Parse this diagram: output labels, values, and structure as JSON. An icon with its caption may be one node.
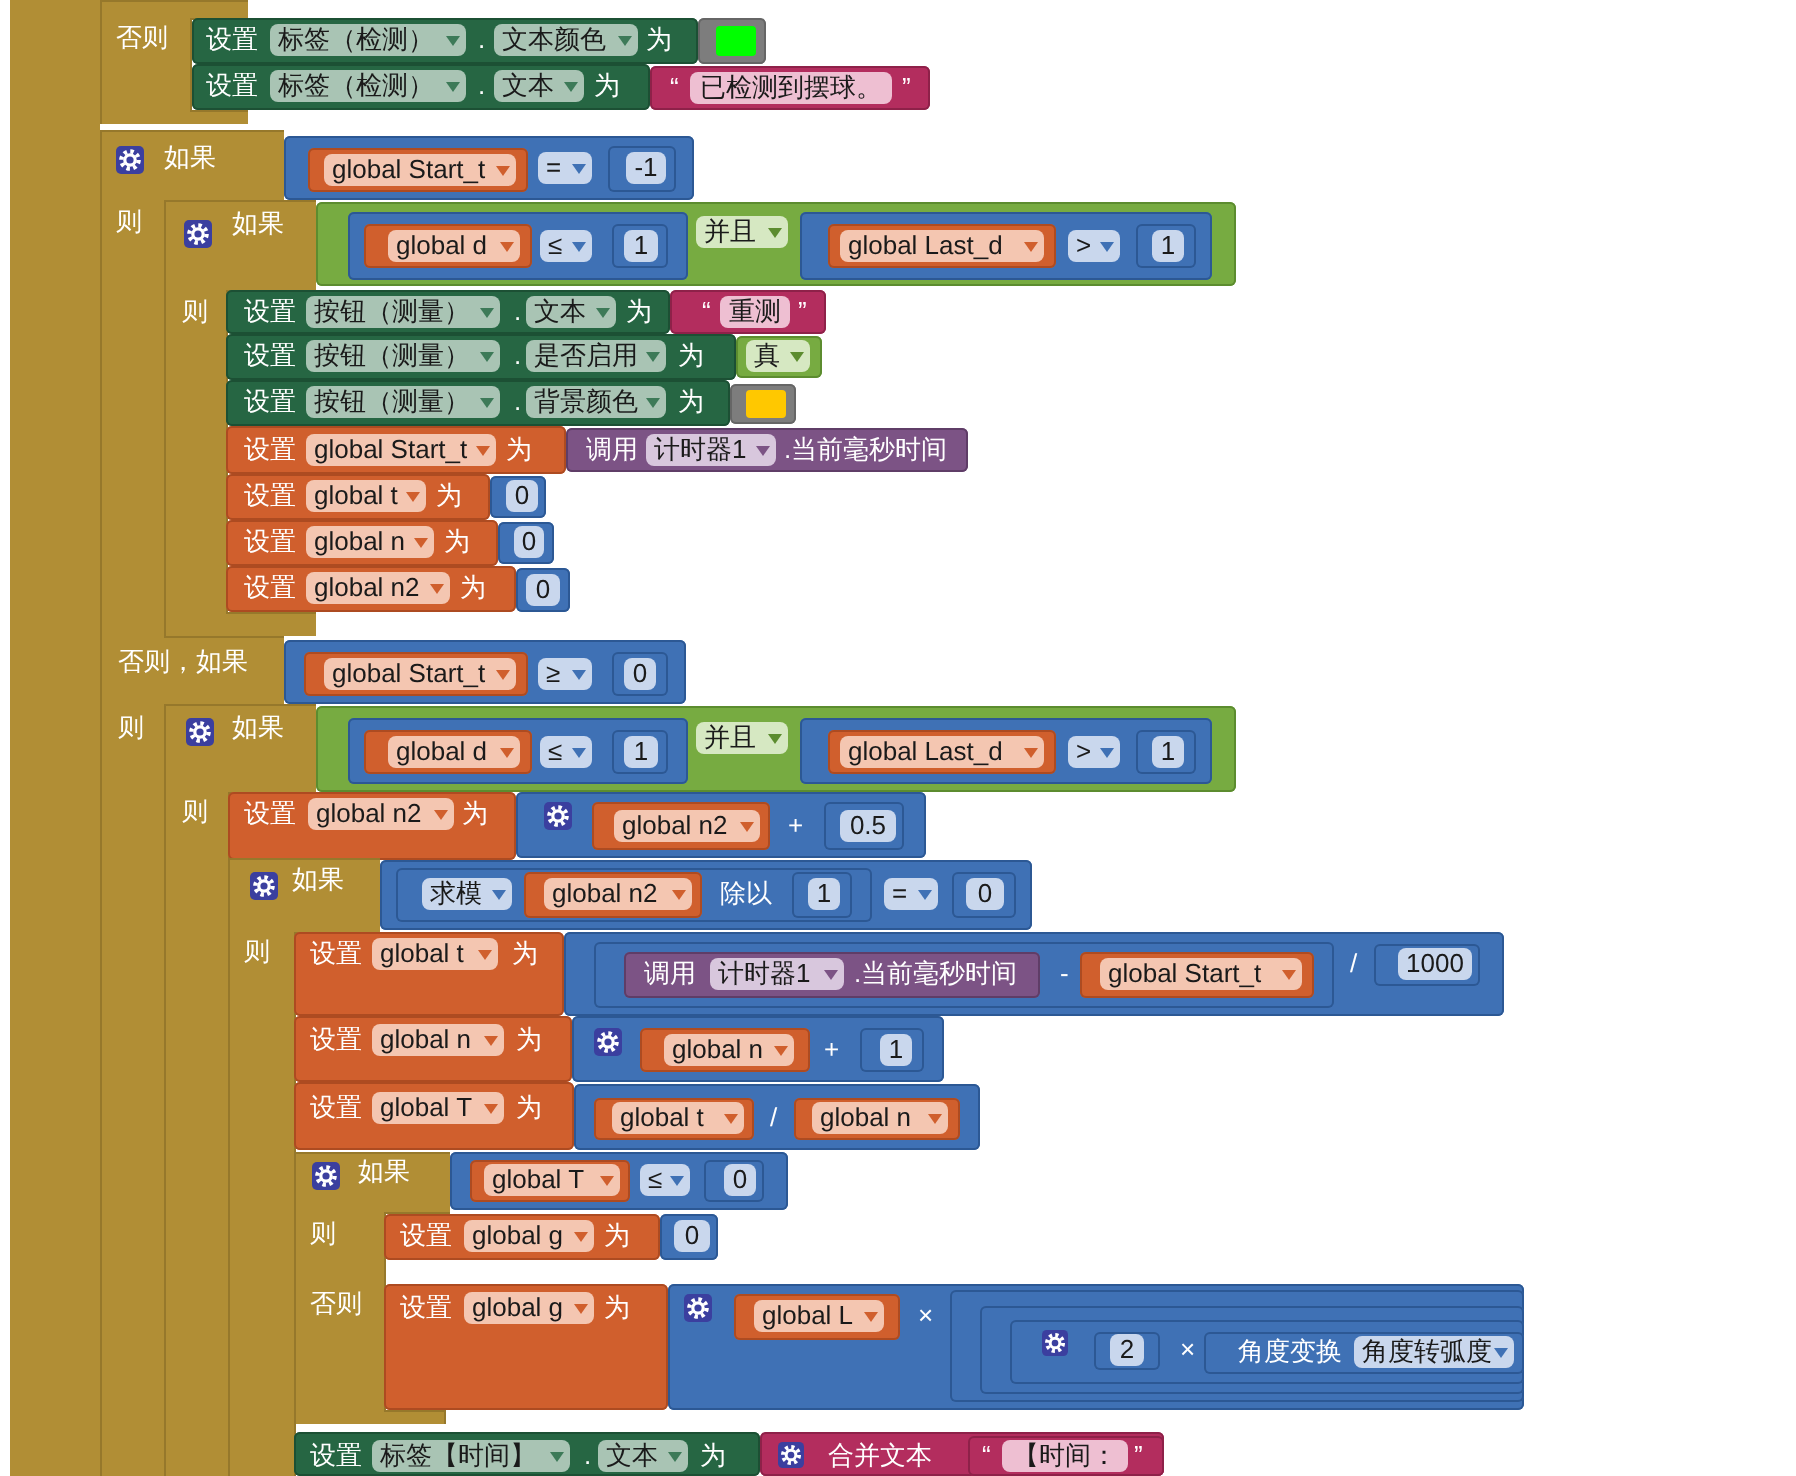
{
  "diagram": {
    "nodes": [
      {
        "text": [],
        "shape": "bar"
      },
      {
        "text": [
          "否则"
        ]
      },
      {
        "text": [
          "设置",
          "标签（检测）",
          ".",
          "文本颜色",
          "为"
        ]
      },
      {
        "text": [],
        "shape": "box"
      },
      {
        "text": [
          "设置",
          "标签（检测）",
          ".",
          "文本",
          "为"
        ]
      },
      {
        "text": [
          "“",
          "已检测到摆球。",
          "”"
        ]
      },
      {
        "text": [
          "如果",
          "则",
          "否则，如果",
          "则"
        ]
      },
      {
        "text": [
          "="
        ]
      },
      {
        "text": [
          "global Start_t"
        ],
        "in": 7
      },
      {
        "text": [
          "-1"
        ],
        "in": 7
      },
      {
        "text": [
          "如果",
          "则"
        ]
      },
      {
        "text": [
          "并且"
        ]
      },
      {
        "text": [
          "≤"
        ],
        "in": 11
      },
      {
        "text": [
          "global d"
        ],
        "in": 12
      },
      {
        "text": [
          "1"
        ],
        "in": 12
      },
      {
        "text": [
          ">"
        ],
        "in": 11
      },
      {
        "text": [
          "global Last_d"
        ],
        "in": 15
      },
      {
        "text": [
          "1"
        ],
        "in": 15
      },
      {
        "text": [
          "设置",
          "按钮（测量）",
          ".",
          "文本",
          "为"
        ]
      },
      {
        "text": [
          "“",
          "重测",
          "”"
        ]
      },
      {
        "text": [
          "设置",
          "按钮（测量）",
          ".",
          "是否启用",
          "为"
        ]
      },
      {
        "text": [
          "真"
        ]
      },
      {
        "text": [
          "设置",
          "按钮（测量）",
          ".",
          "背景颜色",
          "为"
        ]
      },
      {
        "text": [],
        "shape": "box"
      },
      {
        "text": [
          "设置",
          "global Start_t",
          "为"
        ]
      },
      {
        "text": [
          "调用",
          "计时器1",
          ".当前毫秒时间"
        ]
      },
      {
        "text": [
          "设置",
          "global t",
          "为"
        ]
      },
      {
        "text": [
          "0"
        ]
      },
      {
        "text": [
          "设置",
          "global n",
          "为"
        ]
      },
      {
        "text": [
          "0"
        ]
      },
      {
        "text": [
          "设置",
          "global n2",
          "为"
        ]
      },
      {
        "text": [
          "0"
        ]
      },
      {
        "text": [
          "≥"
        ]
      },
      {
        "text": [
          "global Start_t"
        ],
        "in": 32
      },
      {
        "text": [
          "0"
        ],
        "in": 32
      },
      {
        "text": [
          "如果",
          "则"
        ]
      },
      {
        "text": [
          "并且"
        ]
      },
      {
        "text": [
          "≤"
        ],
        "in": 36
      },
      {
        "text": [
          "global d"
        ],
        "in": 37
      },
      {
        "text": [
          "1"
        ],
        "in": 37
      },
      {
        "text": [
          ">"
        ],
        "in": 36
      },
      {
        "text": [
          "global Last_d"
        ],
        "in": 40
      },
      {
        "text": [
          "1"
        ],
        "in": 40
      },
      {
        "text": [
          "设置",
          "global n2",
          "为"
        ]
      },
      {
        "text": [
          "+"
        ]
      },
      {
        "text": [
          "global n2"
        ],
        "in": 44
      },
      {
        "text": [
          "0.5"
        ],
        "in": 44
      },
      {
        "text": [
          "如果",
          "则"
        ]
      },
      {
        "text": [
          "="
        ]
      },
      {
        "text": [
          "求模",
          "除以"
        ],
        "in": 48
      },
      {
        "text": [
          "global n2"
        ],
        "in": 49
      },
      {
        "text": [
          "1"
        ],
        "in": 49
      },
      {
        "text": [
          "0"
        ],
        "in": 48
      },
      {
        "text": [
          "设置",
          "global t",
          "为"
        ]
      },
      {
        "text": [
          "/"
        ]
      },
      {
        "text": [
          "-"
        ],
        "in": 54
      },
      {
        "text": [
          "调用",
          "计时器1",
          ".当前毫秒时间"
        ],
        "in": 55
      },
      {
        "text": [
          "global Start_t"
        ],
        "in": 55
      },
      {
        "text": [
          "1000"
        ],
        "in": 54
      },
      {
        "text": [
          "设置",
          "global n",
          "为"
        ]
      },
      {
        "text": [
          "+"
        ]
      },
      {
        "text": [
          "global n"
        ],
        "in": 60
      },
      {
        "text": [
          "1"
        ],
        "in": 60
      },
      {
        "text": [
          "设置",
          "global T",
          "为"
        ]
      },
      {
        "text": [
          "/"
        ]
      },
      {
        "text": [
          "global t"
        ],
        "in": 64
      },
      {
        "text": [
          "global n"
        ],
        "in": 64
      },
      {
        "text": [
          "如果",
          "则",
          "否则"
        ]
      },
      {
        "text": [
          "≤"
        ]
      },
      {
        "text": [
          "global T"
        ],
        "in": 68
      },
      {
        "text": [
          "0"
        ],
        "in": 68
      },
      {
        "text": [
          "设置",
          "global g",
          "为"
        ]
      },
      {
        "text": [
          "0"
        ]
      },
      {
        "text": [
          "设置",
          "global g",
          "为"
        ]
      },
      {
        "text": [
          "×"
        ]
      },
      {
        "text": [
          "global L"
        ],
        "in": 74
      },
      {
        "text": [],
        "shape": "box",
        "in": 74
      },
      {
        "text": [],
        "shape": "box",
        "in": 76
      },
      {
        "text": [
          "×"
        ],
        "in": 77
      },
      {
        "text": [
          "2"
        ],
        "in": 78
      },
      {
        "text": [
          "角度变换",
          "角度转弧度"
        ],
        "in": 78
      },
      {
        "text": [
          "设置",
          "标签【时间】",
          ".",
          "文本",
          "为"
        ]
      },
      {
        "text": [
          "合并文本"
        ]
      },
      {
        "text": [
          "“",
          "【时间：",
          "”"
        ],
        "in": 82
      }
    ]
  }
}
